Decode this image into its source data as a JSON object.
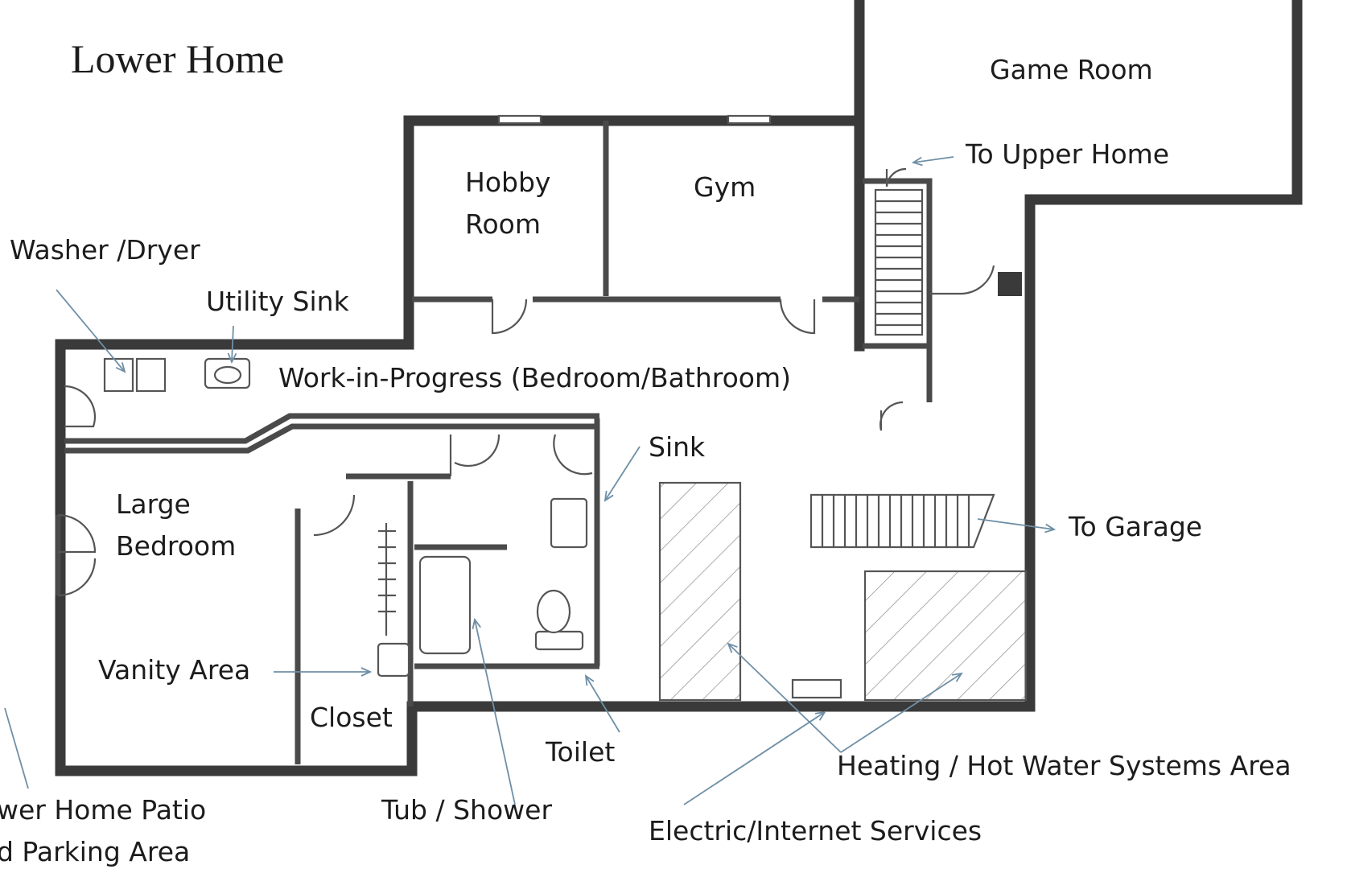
{
  "title": "Lower Home",
  "rooms": {
    "game_room": "Game Room",
    "hobby_room_line1": "Hobby",
    "hobby_room_line2": "Room",
    "gym": "Gym",
    "large_bedroom_line1": "Large",
    "large_bedroom_line2": "Bedroom",
    "closet": "Closet",
    "work_in_progress": "Work-in-Progress (Bedroom/Bathroom)"
  },
  "callouts": {
    "to_upper_home": "To Upper Home",
    "washer_dryer": "Washer /Dryer",
    "utility_sink": "Utility Sink",
    "sink": "Sink",
    "to_garage": "To Garage",
    "vanity_area": "Vanity Area",
    "toilet": "Toilet",
    "tub_shower": "Tub / Shower",
    "heating_hot_water": "Heating / Hot Water Systems Area",
    "electric_internet": "Electric/Internet Services",
    "patio_line1": "wer Home Patio",
    "patio_line2": "d Parking Area"
  },
  "colors": {
    "wall": "#3a3a3a",
    "arrow": "#6f8fa6",
    "text": "#1c1c1c"
  }
}
